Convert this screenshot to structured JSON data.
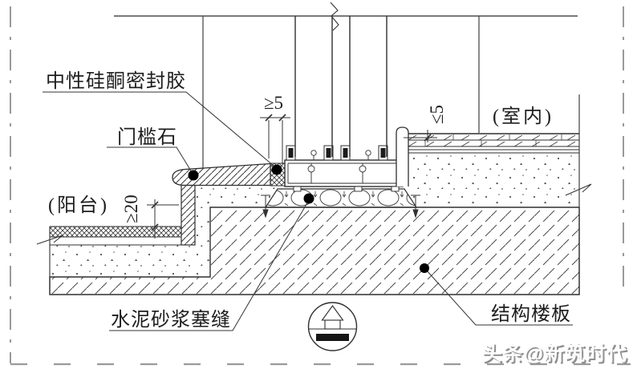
{
  "labels": {
    "sealant": "中性硅酮密封胶",
    "threshold_stone": "门槛石",
    "balcony": "(阳台)",
    "indoor": "(室内)",
    "mortar_caulk": "水泥砂浆塞缝",
    "structural_slab": "结构楼板"
  },
  "dims": {
    "sealant_joint": "≥5",
    "floor_gap": "≤5",
    "upstand_height": "≥20"
  },
  "watermark": {
    "text": "头条@新筑时代"
  },
  "colors": {
    "line": "#2f2f2f",
    "boundary_dash": "#909090",
    "watermark_shadow": "#8f8f8f",
    "watermark_fill": "#fdfdfd"
  }
}
